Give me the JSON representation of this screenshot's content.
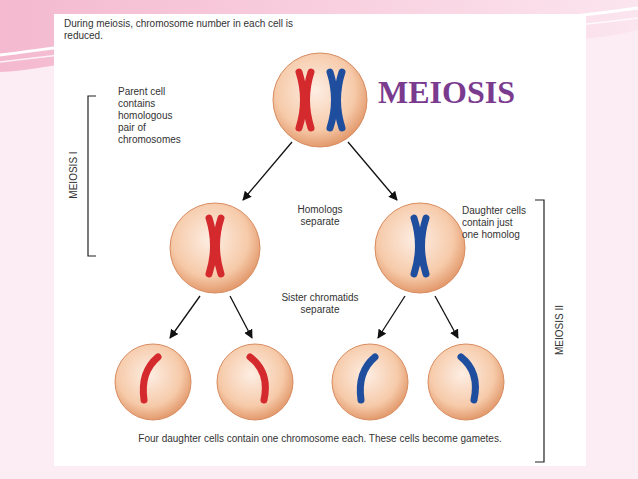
{
  "diagram": {
    "title": "MEIOSIS",
    "caption": "Four daughter cells contain one chromosome each. These cells become gametes.",
    "labels": [
      "During meiosis, chromosome number in each cell is reduced.",
      "MEIOSIS I",
      "Parent cell contains homologous pair of chromosomes",
      "Homologs separate",
      "Daughter cells contain just one homolog",
      "Sister chromatids separate",
      "MEIOSIS II"
    ]
  }
}
